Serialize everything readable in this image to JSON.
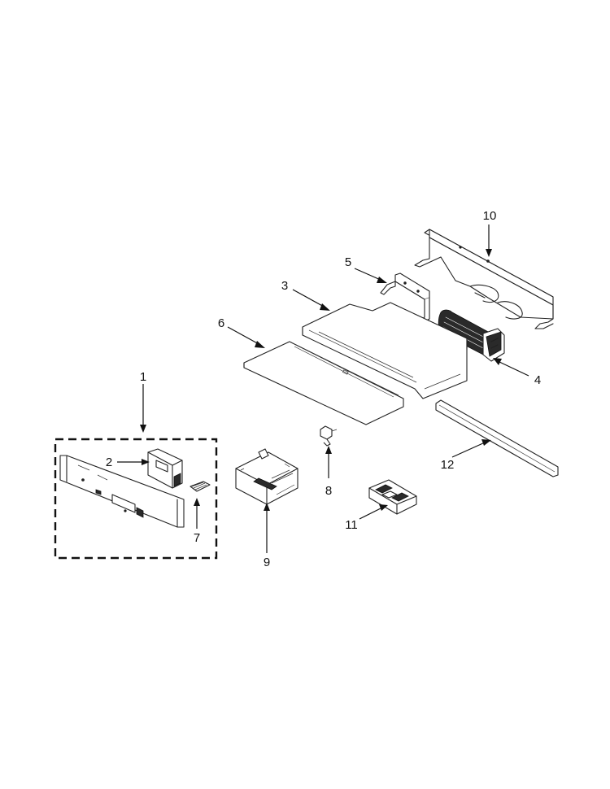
{
  "diagram": {
    "callouts": {
      "p1": "1",
      "p2": "2",
      "p3": "3",
      "p4": "4",
      "p5": "5",
      "p6": "6",
      "p7": "7",
      "p8": "8",
      "p9": "9",
      "p10": "10",
      "p11": "11",
      "p12": "12"
    },
    "colors": {
      "line": "#222222",
      "background": "#ffffff"
    }
  }
}
